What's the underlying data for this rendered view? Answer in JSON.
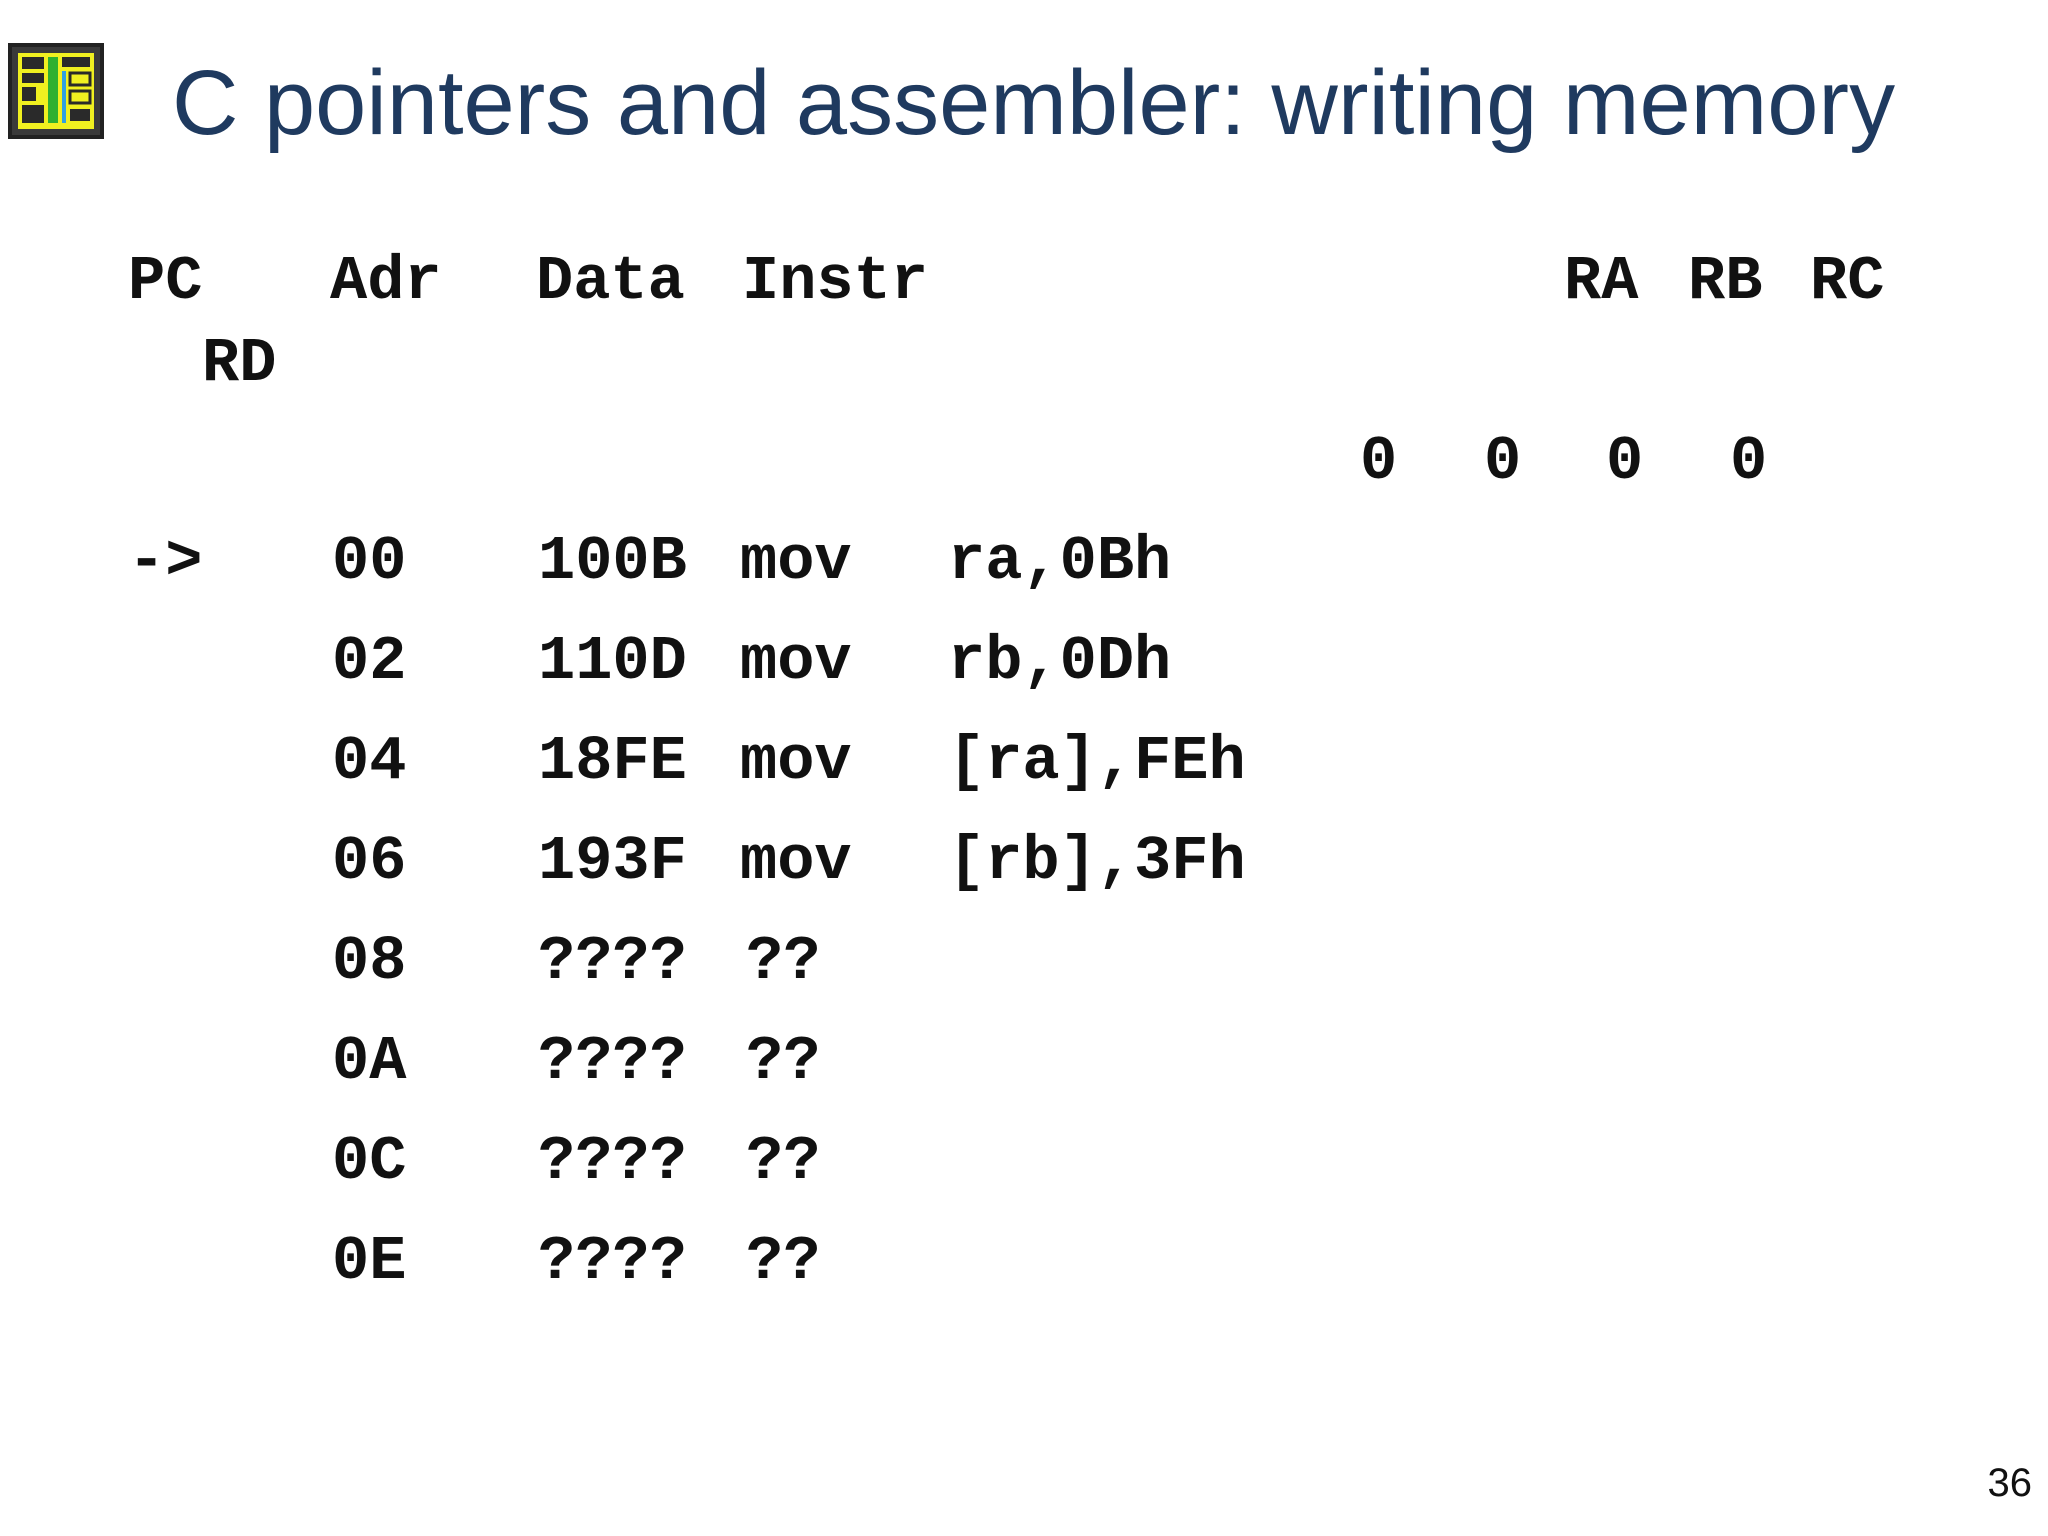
{
  "slide": {
    "title": "C pointers and assembler: writing memory",
    "page_number": "36",
    "logo_icon": "chip-logo-icon"
  },
  "header": {
    "pc": "PC",
    "adr": "Adr",
    "data": "Data",
    "instr": "Instr",
    "ra": "RA",
    "rb": "RB",
    "rc": "RC",
    "rd": "RD"
  },
  "registers": [
    "0",
    "0",
    "0",
    "0"
  ],
  "rows": [
    {
      "pc": "->",
      "adr": "00",
      "data": "100B",
      "op": "mov",
      "args": "ra,0Bh"
    },
    {
      "pc": "",
      "adr": "02",
      "data": "110D",
      "op": "mov",
      "args": "rb,0Dh"
    },
    {
      "pc": "",
      "adr": "04",
      "data": "18FE",
      "op": "mov",
      "args": "[ra],FEh"
    },
    {
      "pc": "",
      "adr": "06",
      "data": "193F",
      "op": "mov",
      "args": "[rb],3Fh"
    },
    {
      "pc": "",
      "adr": "08",
      "data": "????",
      "op": "??",
      "args": ""
    },
    {
      "pc": "",
      "adr": "0A",
      "data": "????",
      "op": "??",
      "args": ""
    },
    {
      "pc": "",
      "adr": "0C",
      "data": "????",
      "op": "??",
      "args": ""
    },
    {
      "pc": "",
      "adr": "0E",
      "data": "????",
      "op": "??",
      "args": ""
    }
  ]
}
